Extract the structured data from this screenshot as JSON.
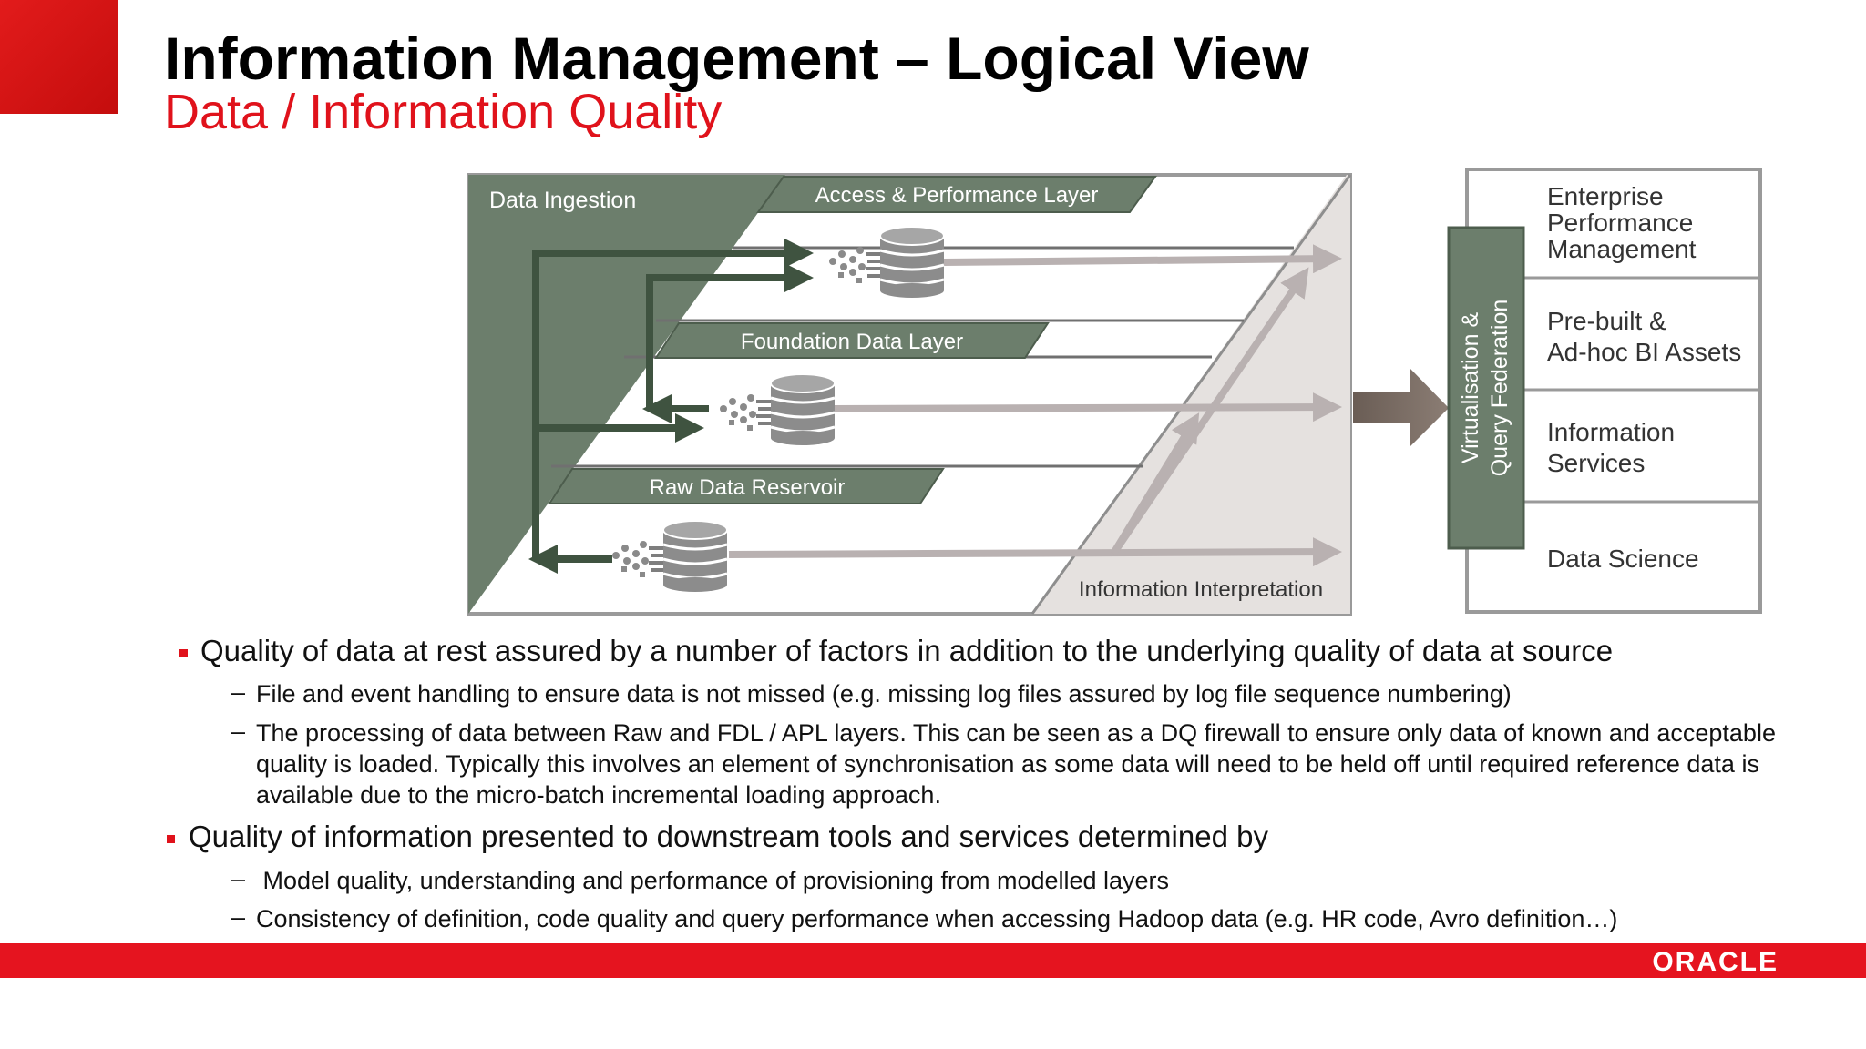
{
  "slide": {
    "title": "Information Management – Logical View",
    "subtitle": "Data / Information Quality",
    "logo": "ORACLE"
  },
  "diagram": {
    "data_ingestion": "Data Ingestion",
    "access_layer": "Access & Performance Layer",
    "foundation_layer": "Foundation Data Layer",
    "raw_reservoir": "Raw Data Reservoir",
    "info_interpretation": "Information Interpretation",
    "virtualisation_line1": "Virtualisation &",
    "virtualisation_line2": "Query Federation",
    "consumers": [
      {
        "line1": "Enterprise",
        "line2": "Performance",
        "line3": "Management"
      },
      {
        "line1": "Pre-built &",
        "line2": "Ad-hoc BI Assets"
      },
      {
        "line1": "Information",
        "line2": "Services"
      },
      {
        "line1": "Data Science"
      }
    ]
  },
  "bullets": {
    "b1": "Quality of data at rest assured by a number of factors in addition to the underlying quality of data at source",
    "b1_sub1": "File and event handling to ensure data is not missed (e.g. missing log files assured by log file sequence numbering)",
    "b1_sub2": "The processing of data between Raw and FDL / APL layers.  This can be seen as a DQ firewall to ensure only data of known and acceptable quality is loaded.  Typically this involves an element of synchronisation as some data will need to be held off until required reference data is available due to the micro-batch incremental loading approach.",
    "b2": "Quality of information presented to downstream tools and services determined by",
    "b2_sub1": " Model quality, understanding and performance of provisioning from modelled layers",
    "b2_sub2": "Consistency of definition, code quality and query performance when accessing Hadoop data (e.g. HR code, Avro definition…)",
    "dash": "–"
  },
  "colors": {
    "brand_red": "#e0121b",
    "dark_green": "#3f5340",
    "panel_green": "#6c7e6c",
    "light_arrow": "#b9b1b1",
    "interp_fill": "#e5e1df"
  }
}
